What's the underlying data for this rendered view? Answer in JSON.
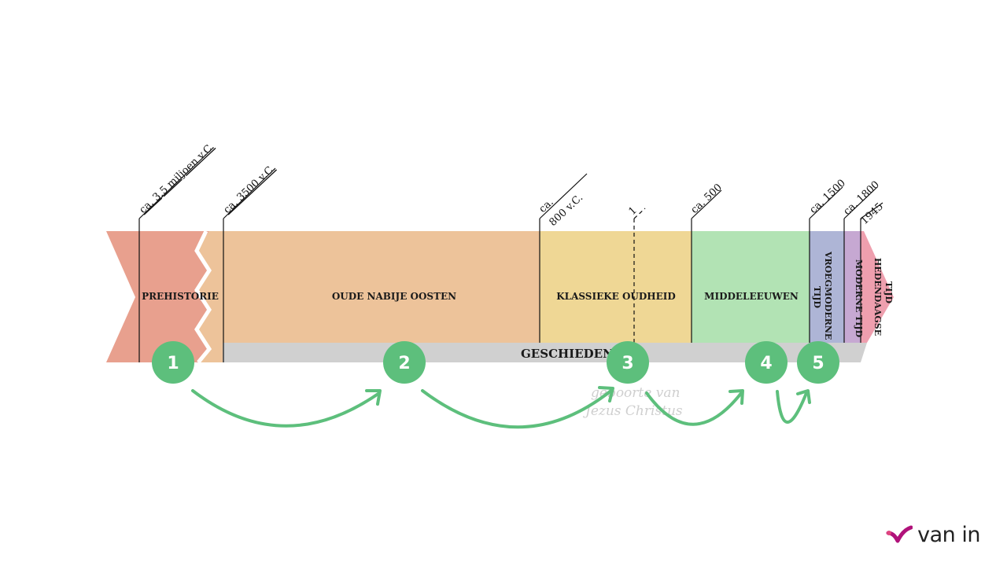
{
  "eras": {
    "prehistorie": "PREHISTORIE",
    "oude_nabije_oosten": "OUDE NABIJE OOSTEN",
    "klassieke_oudheid": "KLASSIEKE OUDHEID",
    "middeleeuwen": "MIDDELEEUWEN",
    "vroegmoderne_1": "VROEGMODERNE",
    "vroegmoderne_2": "TIJD",
    "moderne": "MODERNE TIJD",
    "hedendaagse_1": "HEDENDAAGSE",
    "hedendaagse_2": "TIJD"
  },
  "band_label": "GESCHIEDEN",
  "dates": {
    "d1": "ca. 3,5 miljoen v.C.",
    "d2": "ca. 3500 v.C.",
    "d3a": "ca.",
    "d3b": "800 v.C.",
    "d4": "1",
    "d5": "ca. 500",
    "d6": "ca. 1500",
    "d7": "ca. 1800",
    "d8": "1945"
  },
  "steps": [
    "1",
    "2",
    "3",
    "4",
    "5"
  ],
  "birth_note": {
    "line1": "geboorte van",
    "line2": "Jezus Christus"
  },
  "brand": {
    "name": "van in"
  },
  "colors": {
    "prehistorie": "#e8a08e",
    "oude_nabije_oosten": "#edc39a",
    "klassieke_oudheid": "#efd795",
    "middeleeuwen": "#b2e3b4",
    "vroegmoderne": "#aeb5d6",
    "moderne": "#c6a8d2",
    "hedendaagse": "#ee9fae",
    "band": "#d0d0d0",
    "step": "#5dbf7c",
    "brand": "#b0127a"
  }
}
